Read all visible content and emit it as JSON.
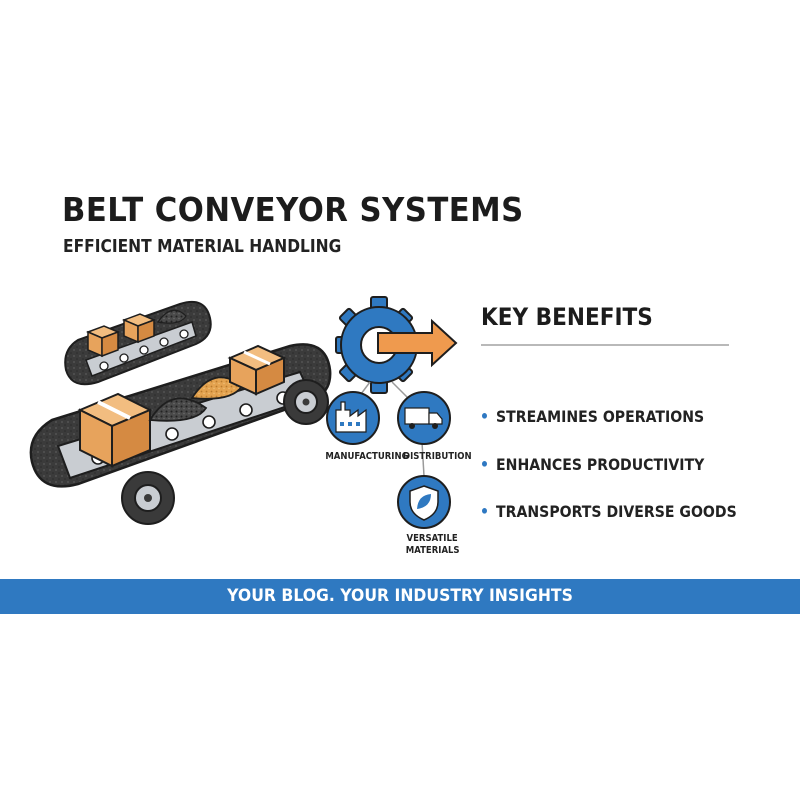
{
  "header": {
    "title": "BELT CONVEYOR SYSTEMS",
    "subtitle": "EFFICIENT MATERIAL HANDLING"
  },
  "benefits": {
    "heading": "KEY BENEFITS",
    "items": [
      "STREAMINES OPERATIONS",
      "ENHANCES PRODUCTIVITY",
      "TRANSPORTS DIVERSE GOODS"
    ]
  },
  "icons": {
    "manufacturing": {
      "label": "MANUFACTURING",
      "icon": "factory-icon"
    },
    "distribution": {
      "label": "DISTRIBUTION",
      "icon": "truck-icon"
    },
    "versatile": {
      "label_line1": "VERSATILE",
      "label_line2": "MATERIALS",
      "icon": "shield-leaf-icon"
    }
  },
  "banner": {
    "text": "YOUR BLOG. YOUR INDUSTRY INSIGHTS"
  },
  "colors": {
    "accent_blue": "#2f79c1",
    "box_orange": "#e7a35c",
    "arrow_orange": "#ef9a4e",
    "belt_dark": "#3c3c3c"
  }
}
